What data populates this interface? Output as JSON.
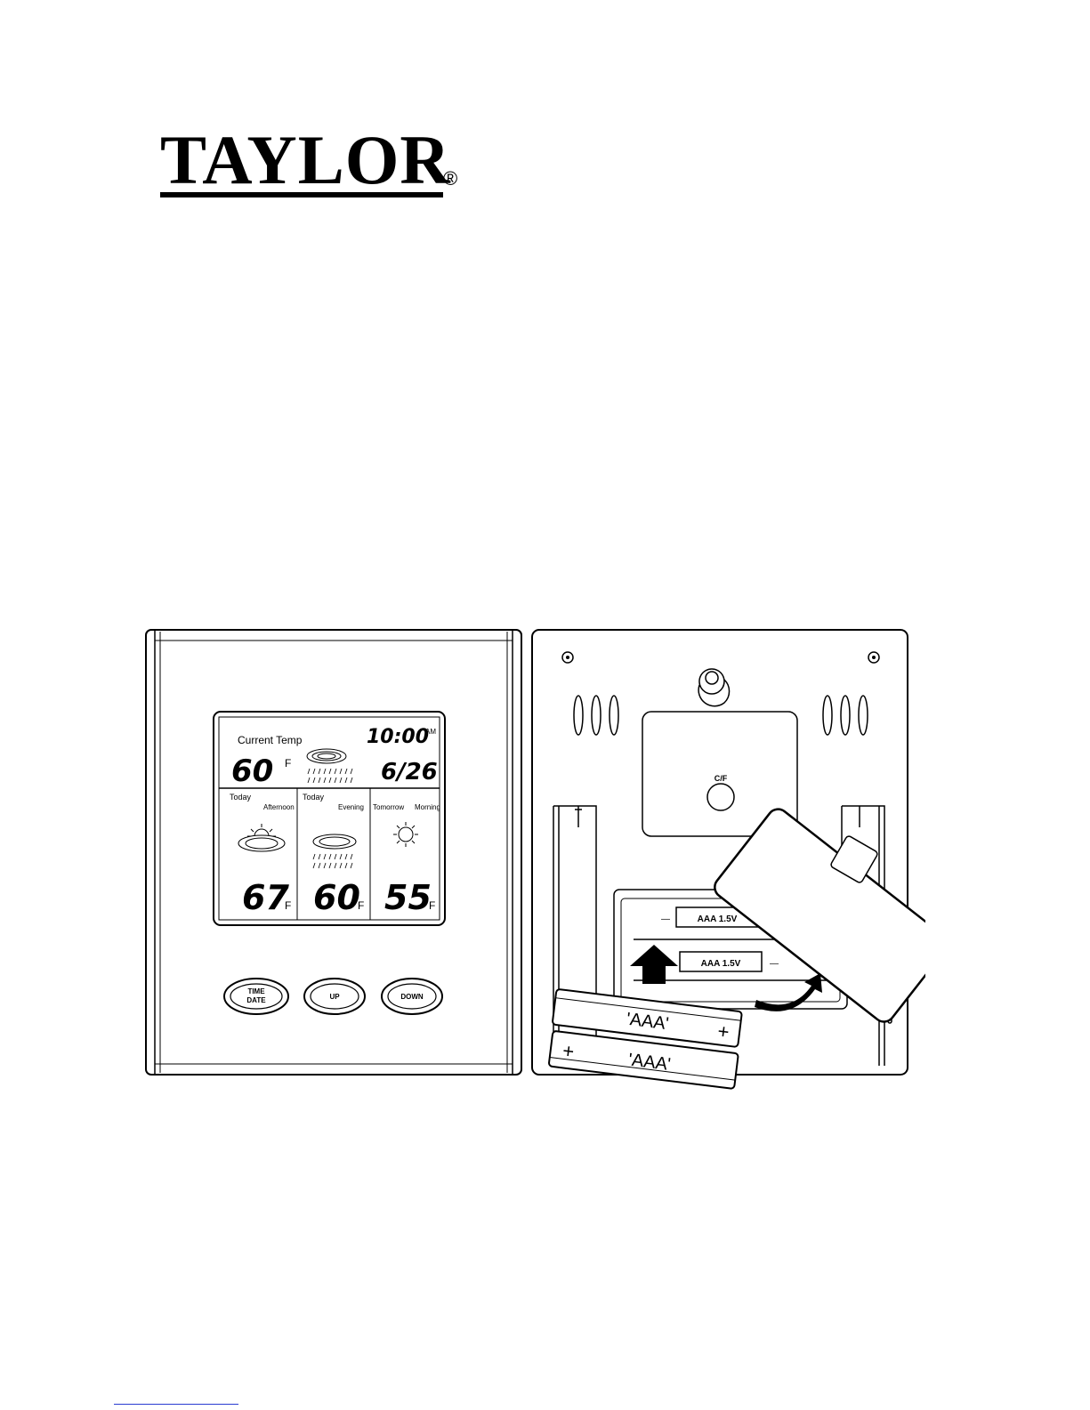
{
  "brand": {
    "logo_text": "TAYLOR",
    "registered_mark": "®"
  },
  "front_display": {
    "current_label": "Current Temp",
    "current_temp": "60",
    "unit": "F",
    "time": "10:00",
    "ampm": "AM",
    "date": "6/26",
    "current_icon": "cloud-rain-icon",
    "forecasts": [
      {
        "day": "Today",
        "period": "Afternoon",
        "temp": "67",
        "unit": "F",
        "icon": "sun-cloud-icon"
      },
      {
        "day": "Today",
        "period": "Evening",
        "temp": "60",
        "unit": "F",
        "icon": "cloud-rain-icon"
      },
      {
        "day": "Tomorrow",
        "period": "Morning",
        "temp": "55",
        "unit": "F",
        "icon": "sun-icon"
      }
    ]
  },
  "buttons": {
    "time_date_line1": "TIME",
    "time_date_line2": "DATE",
    "up": "UP",
    "down": "DOWN"
  },
  "back_panel": {
    "cf_label": "C/F",
    "battery_label_1": "AAA 1.5V",
    "battery_label_2": "AAA 1.5V",
    "minus": "—",
    "loose_battery_1": "'AAA'",
    "loose_battery_2": "'AAA'",
    "plus": "+"
  },
  "colors": {
    "ink": "#000000",
    "paper": "#ffffff",
    "link_underline": "#2a3bd1"
  }
}
